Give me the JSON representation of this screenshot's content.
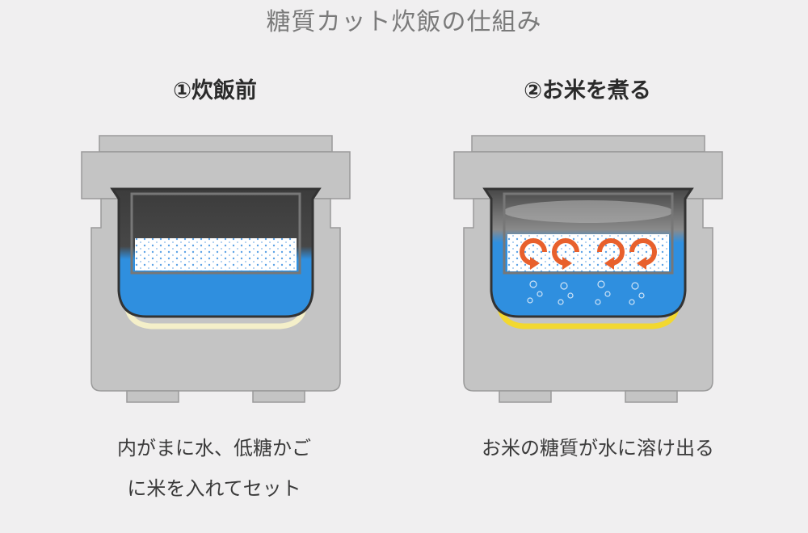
{
  "title": "糖質カット炊飯の仕組み",
  "steps": [
    {
      "title": "①炊飯前",
      "caption_lines": [
        "内がまに水、低糖かご",
        "に米を入れてセット"
      ]
    },
    {
      "title": "②お米を煮る",
      "caption_lines": [
        "お米の糖質が水に溶け出る"
      ]
    }
  ],
  "colors": {
    "water": "#2f8fdf",
    "body": "#c4c4c4",
    "arrow": "#e8602c",
    "heater_off": "#f4efc9",
    "heater_on": "#f2d830"
  }
}
